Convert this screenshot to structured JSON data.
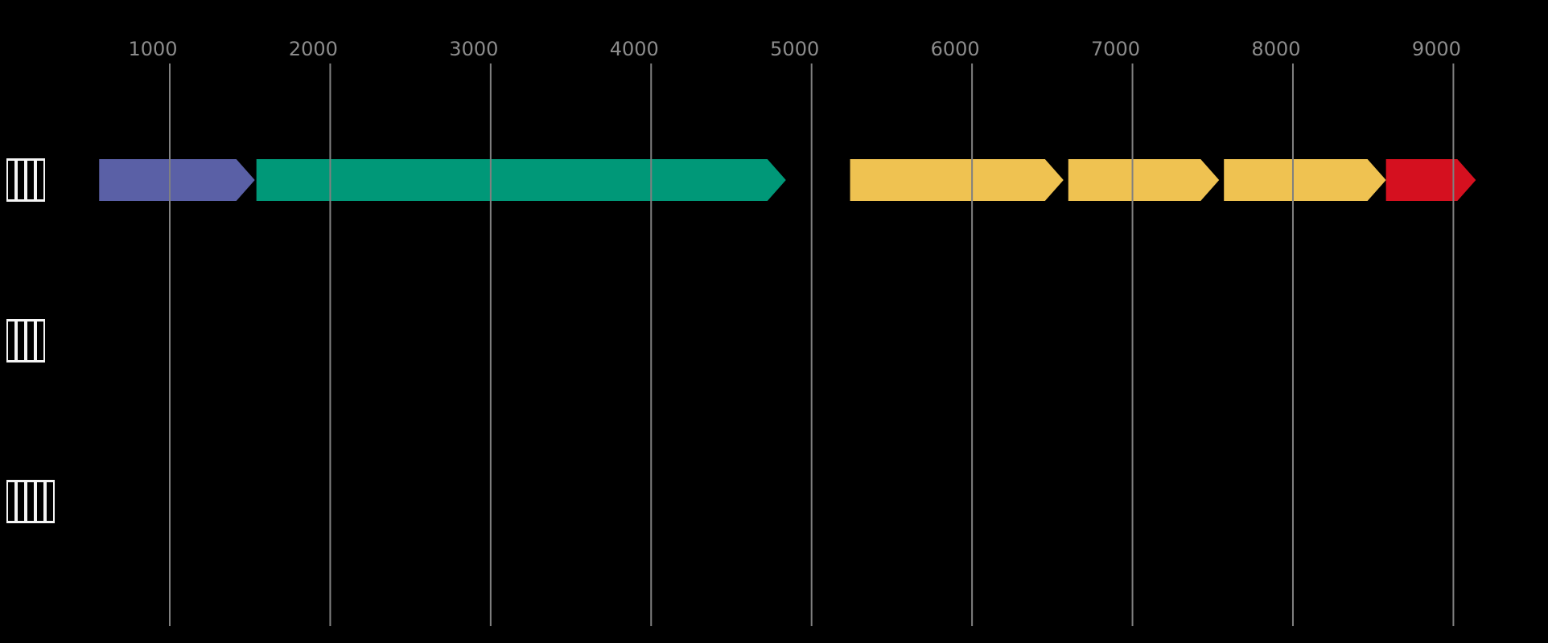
{
  "app": {
    "background_color": "#000000"
  },
  "chart_data": {
    "type": "gene-arrow-map",
    "title": "",
    "x_axis": {
      "grid": true,
      "tick_labels": [
        "1000",
        "2000",
        "3000",
        "4000",
        "5000",
        "6000",
        "7000",
        "8000",
        "9000"
      ],
      "tick_values": [
        1000,
        2000,
        3000,
        4000,
        5000,
        6000,
        7000,
        8000,
        9000
      ],
      "tick_label_color": "#8c8c8c",
      "gridline_color": "#808080"
    },
    "palette": {
      "purple": "#5A60A6",
      "teal": "#009878",
      "yellow": "#EFC251",
      "red": "#D5101F",
      "label_box": "#F5F5F5"
    },
    "tracks": [
      {
        "label_text": "",
        "label_rendering": "missing-glyph-boxes",
        "label_glyph_count": 4,
        "features": [
          {
            "start": 560,
            "end": 1530,
            "strand": "+",
            "color": "#5A60A6"
          },
          {
            "start": 1540,
            "end": 4840,
            "strand": "+",
            "color": "#009878"
          },
          {
            "start": 5240,
            "end": 6570,
            "strand": "+",
            "color": "#EFC251"
          },
          {
            "start": 6600,
            "end": 7540,
            "strand": "+",
            "color": "#EFC251"
          },
          {
            "start": 7570,
            "end": 8580,
            "strand": "+",
            "color": "#EFC251"
          },
          {
            "start": 8580,
            "end": 9140,
            "strand": "+",
            "color": "#D5101F"
          }
        ]
      },
      {
        "label_text": "",
        "label_rendering": "missing-glyph-boxes",
        "label_glyph_count": 4,
        "features": []
      },
      {
        "label_text": "",
        "label_rendering": "missing-glyph-boxes",
        "label_glyph_count": 5,
        "features": []
      }
    ]
  }
}
